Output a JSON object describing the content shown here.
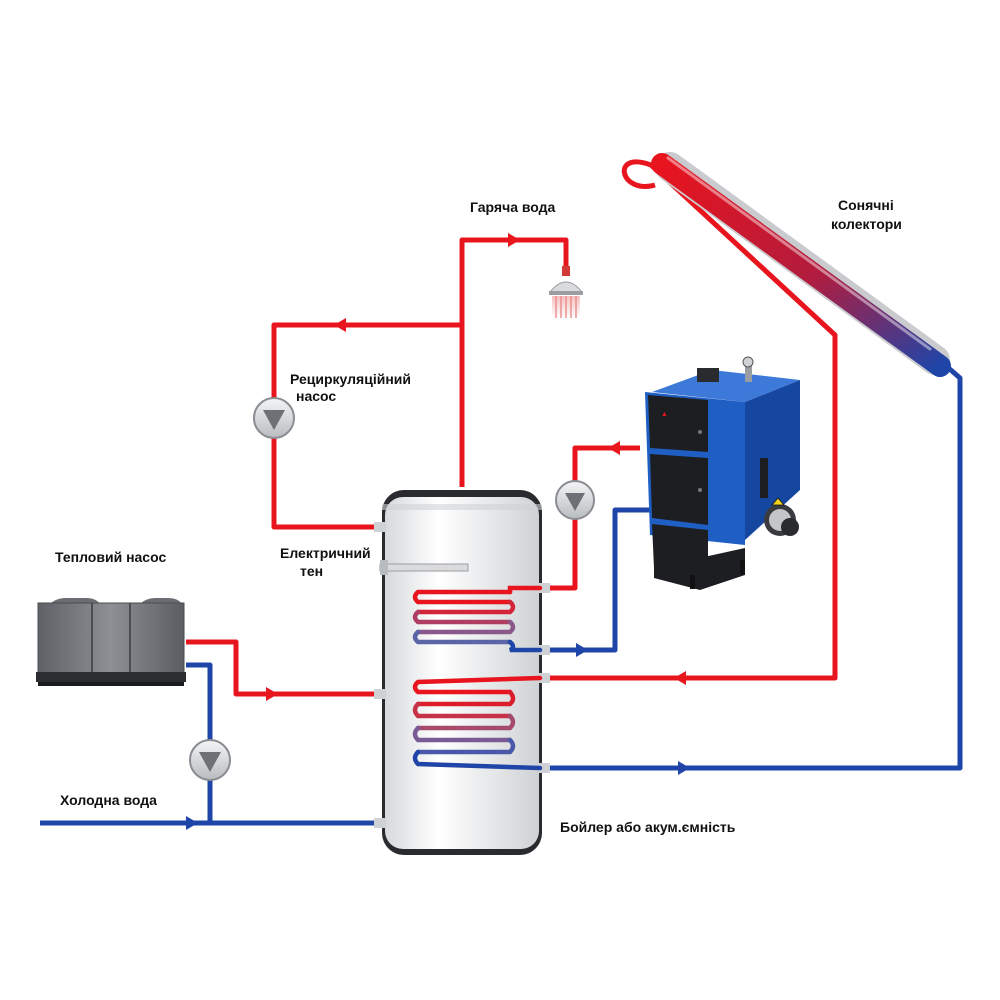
{
  "labels": {
    "hot_water": "Гаряча вода",
    "solar_line1": "Сонячні",
    "solar_line2": "колектори",
    "recirc_line1": "Рециркуляційний",
    "recirc_line2": "насос",
    "heat_pump": "Тепловий насос",
    "electric_line1": "Електричний",
    "electric_line2": "тен",
    "cold_water": "Холодна вода",
    "boiler": "Бойлер або акум.ємність"
  },
  "colors": {
    "hot": "#e8141e",
    "cold": "#1f45a8",
    "boiler_body": "#f1f2f3",
    "heat_pump_body": "#777a7e",
    "solid_fuel_boiler": "#1f5fc4",
    "pump_body": "#d9dbdd"
  },
  "icons": {
    "pump": "pump-icon",
    "shower": "shower-head-icon",
    "arrow": "flow-arrow-icon"
  }
}
